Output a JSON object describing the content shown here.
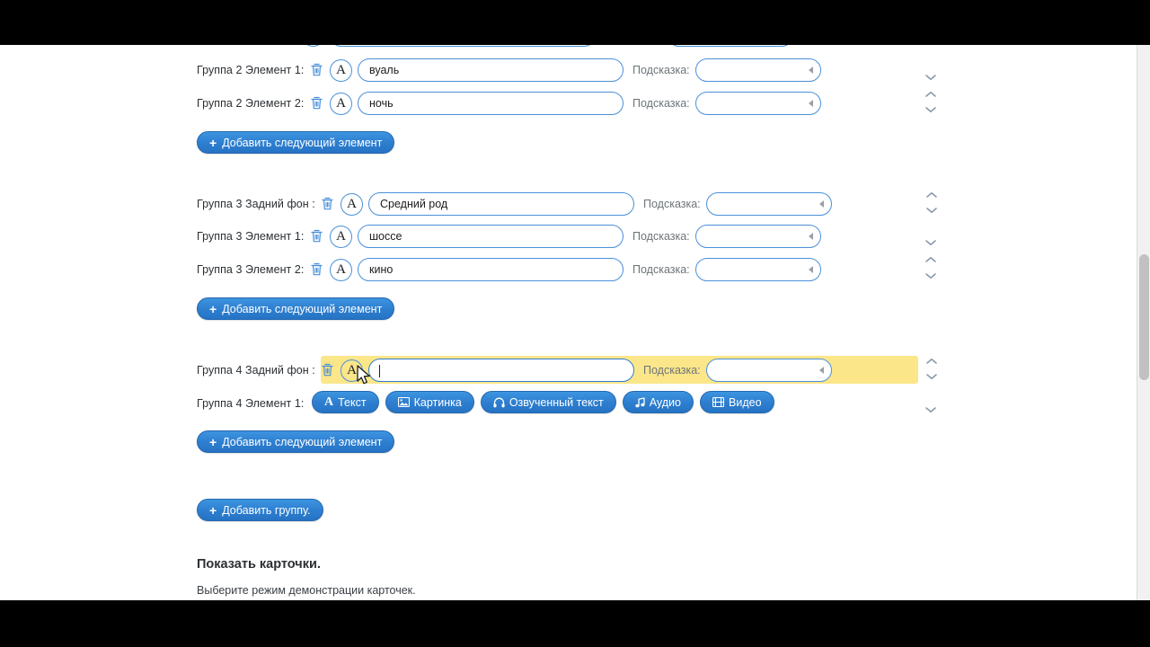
{
  "app": {
    "highlight_color": "#fbe68a",
    "accent_color": "#2f7fd0",
    "field_border_color": "#4a90d9"
  },
  "labels": {
    "hint": "Подсказка:"
  },
  "groups": [
    {
      "id": "group-2",
      "rows": [
        {
          "kind": "element",
          "label": "Группа 2 Элемент 1:",
          "value": "вуаль",
          "hint_value": "",
          "type_icon": "A",
          "highlighted": false
        },
        {
          "kind": "element",
          "label": "Группа 2 Элемент 2:",
          "value": "ночь",
          "hint_value": "",
          "type_icon": "A",
          "highlighted": false
        }
      ],
      "add_element_label": "Добавить следующий элемент"
    },
    {
      "id": "group-3",
      "rows": [
        {
          "kind": "background",
          "label": "Группа 3 Задний фон :",
          "value": "Средний род",
          "hint_value": "",
          "type_icon": "A",
          "highlighted": false
        },
        {
          "kind": "element",
          "label": "Группа 3 Элемент 1:",
          "value": "шоссе",
          "hint_value": "",
          "type_icon": "A",
          "highlighted": false
        },
        {
          "kind": "element",
          "label": "Группа 3 Элемент 2:",
          "value": "кино",
          "hint_value": "",
          "type_icon": "A",
          "highlighted": false
        }
      ],
      "add_element_label": "Добавить следующий элемент"
    },
    {
      "id": "group-4",
      "rows": [
        {
          "kind": "background",
          "label": "Группа 4 Задний фон :",
          "value": "",
          "hint_value": "",
          "type_icon": "A",
          "highlighted": true,
          "focused": true
        },
        {
          "kind": "media-choice",
          "label": "Группа 4 Элемент 1:",
          "highlighted": false
        }
      ],
      "add_element_label": "Добавить следующий элемент"
    }
  ],
  "media_buttons": [
    {
      "icon": "text-icon",
      "label": "Текст"
    },
    {
      "icon": "image-icon",
      "label": "Картинка"
    },
    {
      "icon": "headphone-icon",
      "label": "Озвученный текст"
    },
    {
      "icon": "music-note-icon",
      "label": "Аудио"
    },
    {
      "icon": "film-icon",
      "label": "Видео"
    }
  ],
  "add_group_label": "Добавить группу.",
  "show_cards": {
    "title": "Показать карточки.",
    "subtitle": "Выберите режим демонстрации карточек."
  },
  "icons": {
    "trash": "trash-icon",
    "plus": "plus-icon",
    "chevron_up": "chevron-up-icon",
    "chevron_down": "chevron-down-icon",
    "hint_marker": "triangle-left-icon",
    "cursor": "mouse-pointer-icon"
  }
}
